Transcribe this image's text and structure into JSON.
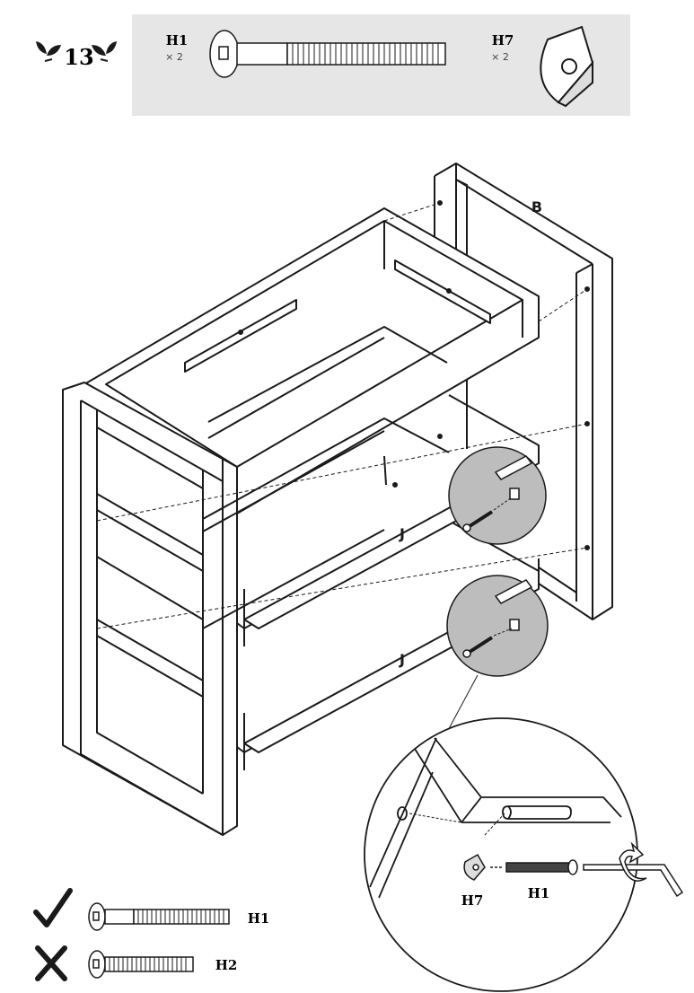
{
  "step": {
    "number": "13"
  },
  "parts_box": {
    "bolt": {
      "code": "H1",
      "qty": "× 2"
    },
    "block": {
      "code": "H7",
      "qty": "× 2"
    }
  },
  "labels": {
    "panel_b": "B",
    "rail_upper": "J",
    "rail_lower": "J"
  },
  "detail": {
    "block_label": "H7",
    "bolt_label": "H1"
  },
  "guide": {
    "correct": {
      "code": "H1",
      "icon": "checkmark-icon"
    },
    "wrong": {
      "code": "H2",
      "icon": "cross-icon"
    }
  },
  "colors": {
    "box_bg": "#e6e6e6",
    "magnifier": "#bdbdbd",
    "ink": "#1a1a1a"
  }
}
